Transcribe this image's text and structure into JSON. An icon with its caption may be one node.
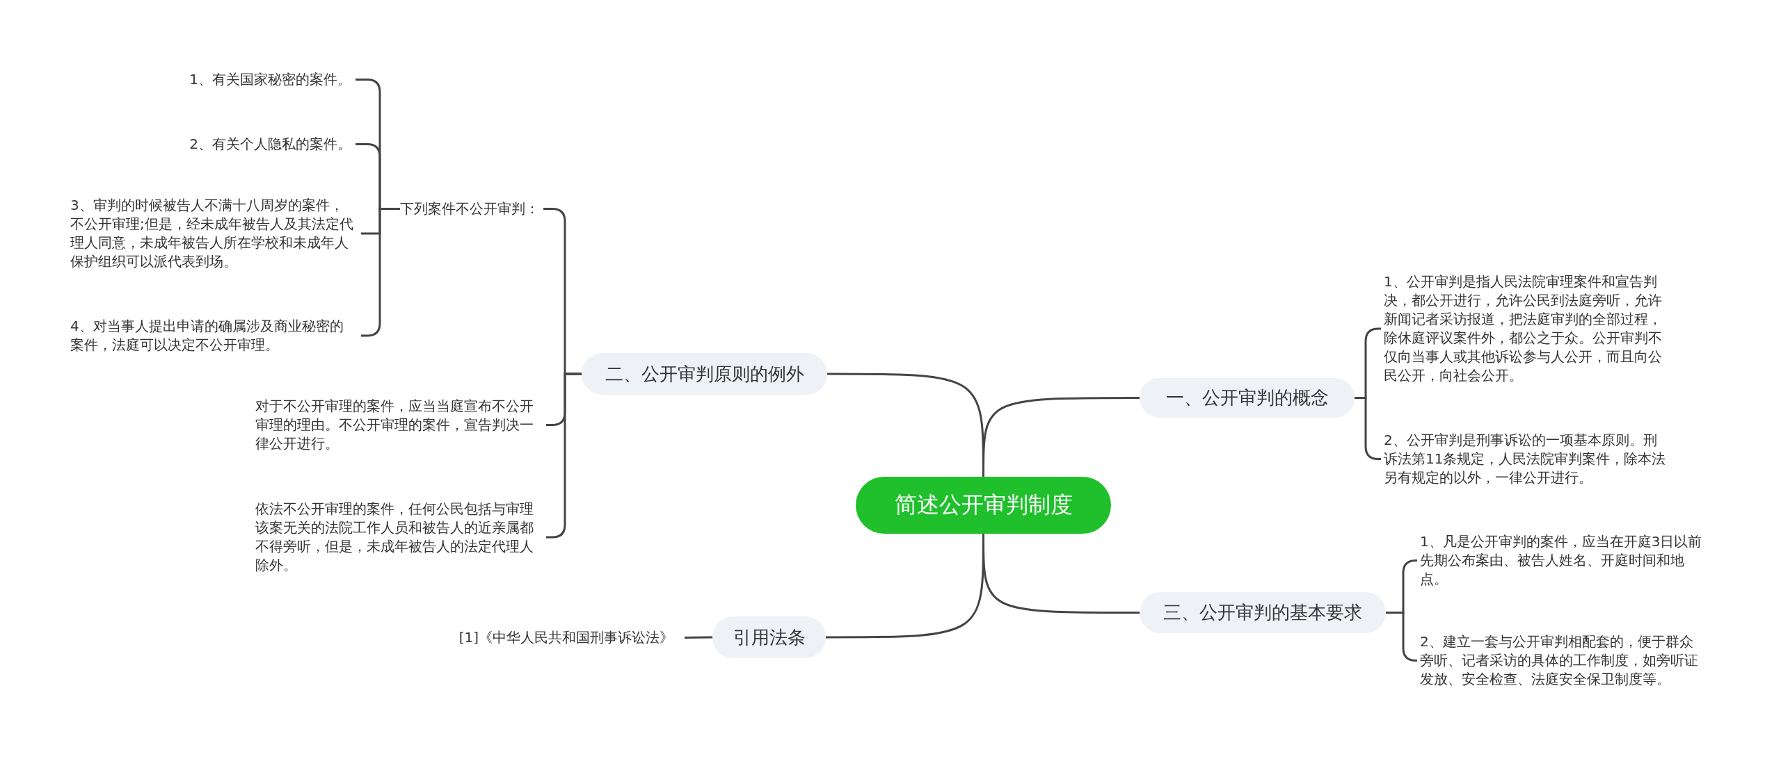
{
  "diagram": {
    "nodes": [
      {
        "text": [
          "简述公开审判制度"
        ]
      },
      {
        "text": [
          "一、公开审判的概念"
        ]
      },
      {
        "text": [
          "1、公开审判是指人民法院审理案件和宣告判决，都公开进行，允许公民到法庭旁听，允许新闻记者采访报道，把法庭审判的全部过程，除休庭评议案件外，都公之于众。公开审判不仅向当事人或其他诉讼参与人公开，而且向公民公开，向社会公开。"
        ]
      },
      {
        "text": [
          "2、公开审判是刑事诉讼的一项基本原则。刑诉法第11条规定，人民法院审判案件，除本法另有规定的以外，一律公开进行。"
        ]
      },
      {
        "text": [
          "三、公开审判的基本要求"
        ]
      },
      {
        "text": [
          "1、凡是公开审判的案件，应当在开庭3日以前先期公布案由、被告人姓名、开庭时间和地点。"
        ]
      },
      {
        "text": [
          "2、建立一套与公开审判相配套的，便于群众旁听、记者采访的具体的工作制度，如旁听证发放、安全检查、法庭安全保卫制度等。"
        ]
      },
      {
        "text": [
          "二、公开审判原则的例外"
        ]
      },
      {
        "text": [
          "下列案件不公开审判："
        ]
      },
      {
        "text": [
          "1、有关国家秘密的案件。"
        ]
      },
      {
        "text": [
          "2、有关个人隐私的案件。"
        ]
      },
      {
        "text": [
          "3、审判的时候被告人不满十八周岁的案件，不公开审理;但是，经未成年被告人及其法定代理人同意，未成年被告人所在学校和未成年人保护组织可以派代表到场。"
        ]
      },
      {
        "text": [
          "4、对当事人提出申请的确属涉及商业秘密的案件，法庭可以决定不公开审理。"
        ]
      },
      {
        "text": [
          "对于不公开审理的案件，应当当庭宣布不公开审理的理由。不公开审理的案件，宣告判决一律公开进行。"
        ]
      },
      {
        "text": [
          "依法不公开审理的案件，任何公民包括与审理该案无关的法院工作人员和被告人的近亲属都不得旁听，但是，未成年被告人的法定代理人除外。"
        ]
      },
      {
        "text": [
          "引用法条"
        ]
      },
      {
        "text": [
          "[1]《中华人民共和国刑事诉讼法》"
        ]
      }
    ],
    "edges": [
      {
        "from": 0,
        "to": 1,
        "arrow": "none"
      },
      {
        "from": 0,
        "to": 4,
        "arrow": "none"
      },
      {
        "from": 0,
        "to": 7,
        "arrow": "none"
      },
      {
        "from": 0,
        "to": 15,
        "arrow": "none"
      },
      {
        "from": 1,
        "to": 2,
        "arrow": "none"
      },
      {
        "from": 1,
        "to": 3,
        "arrow": "none"
      },
      {
        "from": 4,
        "to": 5,
        "arrow": "none"
      },
      {
        "from": 4,
        "to": 6,
        "arrow": "none"
      },
      {
        "from": 7,
        "to": 8,
        "arrow": "none"
      },
      {
        "from": 7,
        "to": 13,
        "arrow": "none"
      },
      {
        "from": 7,
        "to": 14,
        "arrow": "none"
      },
      {
        "from": 8,
        "to": 9,
        "arrow": "none"
      },
      {
        "from": 8,
        "to": 10,
        "arrow": "none"
      },
      {
        "from": 8,
        "to": 11,
        "arrow": "none"
      },
      {
        "from": 8,
        "to": 12,
        "arrow": "none"
      },
      {
        "from": 15,
        "to": 16,
        "arrow": "none"
      }
    ]
  }
}
